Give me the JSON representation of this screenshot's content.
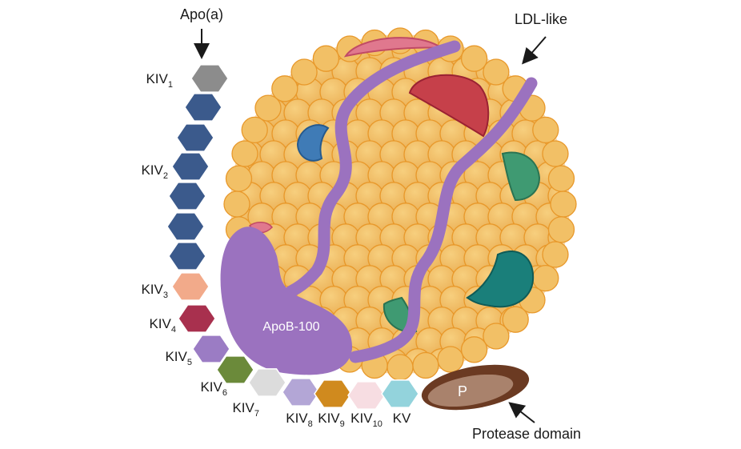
{
  "labels": {
    "apo_a": "Apo(a)",
    "ldl_like": "LDL-like",
    "apob": "ApoB-100",
    "protease": "Protease domain",
    "p": "P"
  },
  "kringles": [
    {
      "id": "kiv1",
      "base": "KIV",
      "sub": "1",
      "color": "#8c8c8c"
    },
    {
      "id": "kiv2a",
      "base": "",
      "sub": "",
      "color": "#3b5a8c"
    },
    {
      "id": "kiv2b",
      "base": "",
      "sub": "",
      "color": "#3b5a8c"
    },
    {
      "id": "kiv2c",
      "base": "KIV",
      "sub": "2",
      "color": "#3b5a8c"
    },
    {
      "id": "kiv2d",
      "base": "",
      "sub": "",
      "color": "#3b5a8c"
    },
    {
      "id": "kiv2e",
      "base": "",
      "sub": "",
      "color": "#3b5a8c"
    },
    {
      "id": "kiv2f",
      "base": "",
      "sub": "",
      "color": "#3b5a8c"
    },
    {
      "id": "kiv3",
      "base": "KIV",
      "sub": "3",
      "color": "#f2aa8a"
    },
    {
      "id": "kiv4",
      "base": "KIV",
      "sub": "4",
      "color": "#a8304e"
    },
    {
      "id": "kiv5",
      "base": "KIV",
      "sub": "5",
      "color": "#9b7cc4"
    },
    {
      "id": "kiv6",
      "base": "KIV",
      "sub": "6",
      "color": "#6b8a3a"
    },
    {
      "id": "kiv7",
      "base": "KIV",
      "sub": "7",
      "color": "#dcdcdc"
    },
    {
      "id": "kiv8",
      "base": "KIV",
      "sub": "8",
      "color": "#b3a6d6"
    },
    {
      "id": "kiv9",
      "base": "KIV",
      "sub": "9",
      "color": "#d08a1e"
    },
    {
      "id": "kiv10",
      "base": "KIV",
      "sub": "10",
      "color": "#f7dde2"
    },
    {
      "id": "kv",
      "base": "KV",
      "sub": "",
      "color": "#93d3dc"
    }
  ],
  "colors": {
    "lipid": "#f2c066",
    "lipid_edge": "#e8982a",
    "apob": "#9b72bf",
    "protease_outer": "#6b3a22",
    "protease_inner": "#a9826c"
  }
}
